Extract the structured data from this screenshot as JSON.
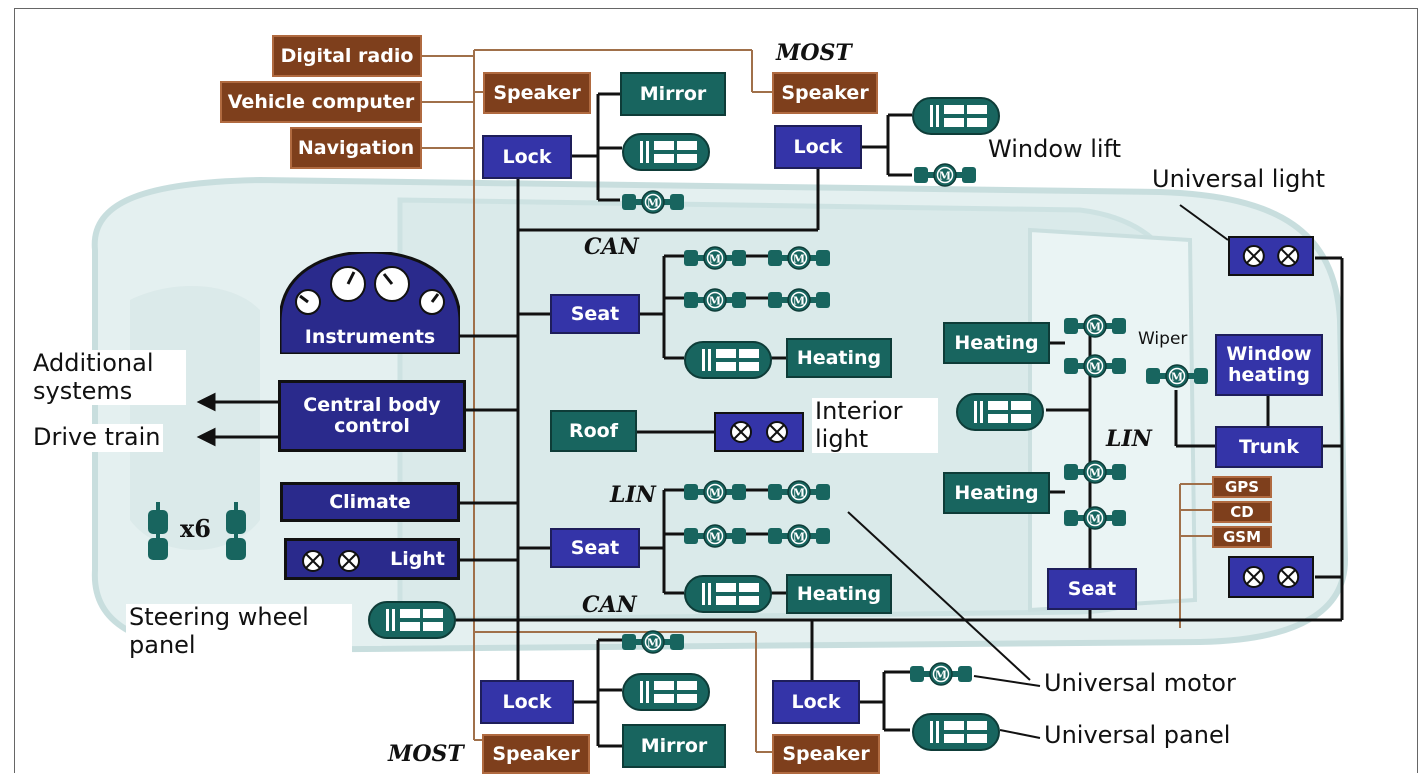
{
  "bus_labels": {
    "most_top": "MOST",
    "can_top": "CAN",
    "lin_mid": "LIN",
    "lin_right": "LIN",
    "can_bottom": "CAN",
    "most_bottom": "MOST"
  },
  "most_devices": {
    "digital_radio": "Digital radio",
    "vehicle_computer": "Vehicle computer",
    "navigation": "Navigation",
    "speaker": "Speaker",
    "gps": "GPS",
    "cd": "CD",
    "gsm": "GSM"
  },
  "control_units": {
    "lock": "Lock",
    "seat": "Seat",
    "window_heating": "Window heating",
    "trunk": "Trunk"
  },
  "dashboard_units": {
    "instruments": "Instruments",
    "central_body_control": "Central body control",
    "climate": "Climate",
    "light": "Light"
  },
  "actuators": {
    "mirror": "Mirror",
    "heating": "Heating",
    "roof": "Roof"
  },
  "labels": {
    "window_lift": "Window lift",
    "universal_light": "Universal light",
    "additional_systems": "Additional systems",
    "drive_train": "Drive train",
    "interior_light": "Interior light",
    "wiper": "Wiper",
    "steering_wheel_panel": "Steering wheel panel",
    "universal_motor": "Universal motor",
    "universal_panel": "Universal panel",
    "x6": "x6"
  },
  "icon_symbols": {
    "motor": "M"
  },
  "colors": {
    "most_box": "#7e3f1c",
    "control_box": "#3434a8",
    "actuator_box": "#18655f",
    "car_body": "#cfe4e4",
    "bus_line": "#111111",
    "most_line": "#a0704a"
  }
}
